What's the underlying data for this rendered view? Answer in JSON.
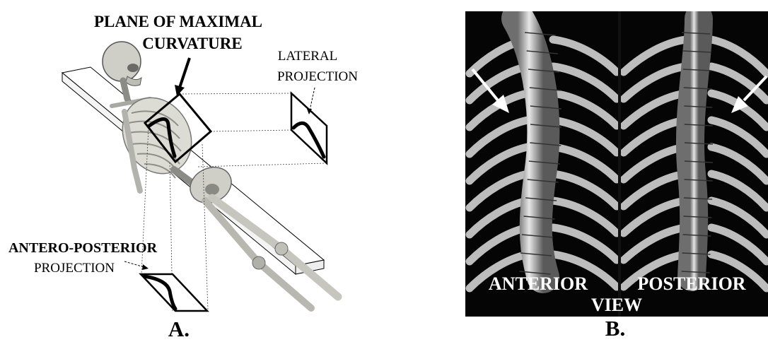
{
  "panel_a": {
    "title_line1": "PLANE OF MAXIMAL",
    "title_line2": "CURVATURE",
    "lateral_line1": "LATERAL",
    "lateral_line2": "PROJECTION",
    "ap_line1": "ANTERO-POSTERIOR",
    "ap_line2": "PROJECTION",
    "panel_label": "A."
  },
  "panel_b": {
    "left_label": "ANTERIOR",
    "right_label": "POSTERIOR",
    "bottom_label": "VIEW",
    "panel_label": "B."
  }
}
